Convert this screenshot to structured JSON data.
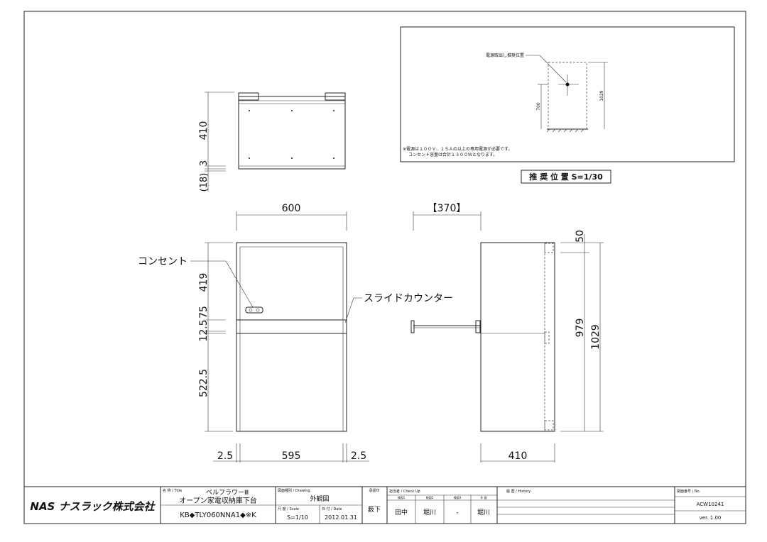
{
  "top_view": {
    "dim_410": "410",
    "dim_3": "3",
    "dim_18": "(18)"
  },
  "front_view": {
    "dim_600": "600",
    "dim_419": "419",
    "dim_75": "75",
    "dim_12_5": "12.5",
    "dim_522_5": "522.5",
    "dim_left_2_5": "2.5",
    "dim_595": "595",
    "dim_right_2_5": "2.5",
    "label_outlet": "コンセント",
    "label_slide_counter": "スライドカウンター"
  },
  "side_view": {
    "dim_370": "【370】",
    "dim_50": "50",
    "dim_979": "979",
    "dim_1029": "1029",
    "dim_410": "410"
  },
  "inset": {
    "label_outlet_position": "電源取出し推奨位置",
    "dim_700": "700",
    "dim_1029": "1029",
    "note_line1": "※電源は１００Ｖ、１５Ａの以上の専用電源が必要です。",
    "note_line2": "コンセント容量は合計１３００Ｗとなります。",
    "caption": "推 奨 位 置 S=1/30"
  },
  "title_block": {
    "company": "NAS ナスラック株式会社",
    "title_header": "名 称 / Title",
    "title_line1": "ベルフラワーⅢ",
    "title_line2": "オープン家電収納庫下台",
    "model": "KB◆TLY060NNA1◆※K",
    "drawing_header": "図面種別 / Drawing",
    "drawing_type": "外観図",
    "scale_header": "尺 度 / Scale",
    "scale": "S=1/10",
    "date_header": "日 付 / Date",
    "date": "2012.01.31",
    "approval_header": "承認印",
    "approval": "薮下",
    "check_header": "担当者 / Check Up",
    "col1_header": "検図1",
    "col2_header": "検図2",
    "col3_header": "検図3",
    "col4_header": "作 図",
    "check1": "田中",
    "check2": "堀川",
    "check3": "-",
    "check4": "堀川",
    "history_header": "履 歴 / History",
    "no_header": "図面番号 / No.",
    "drawing_no": "ACW10241",
    "version": "ver. 1.00"
  }
}
